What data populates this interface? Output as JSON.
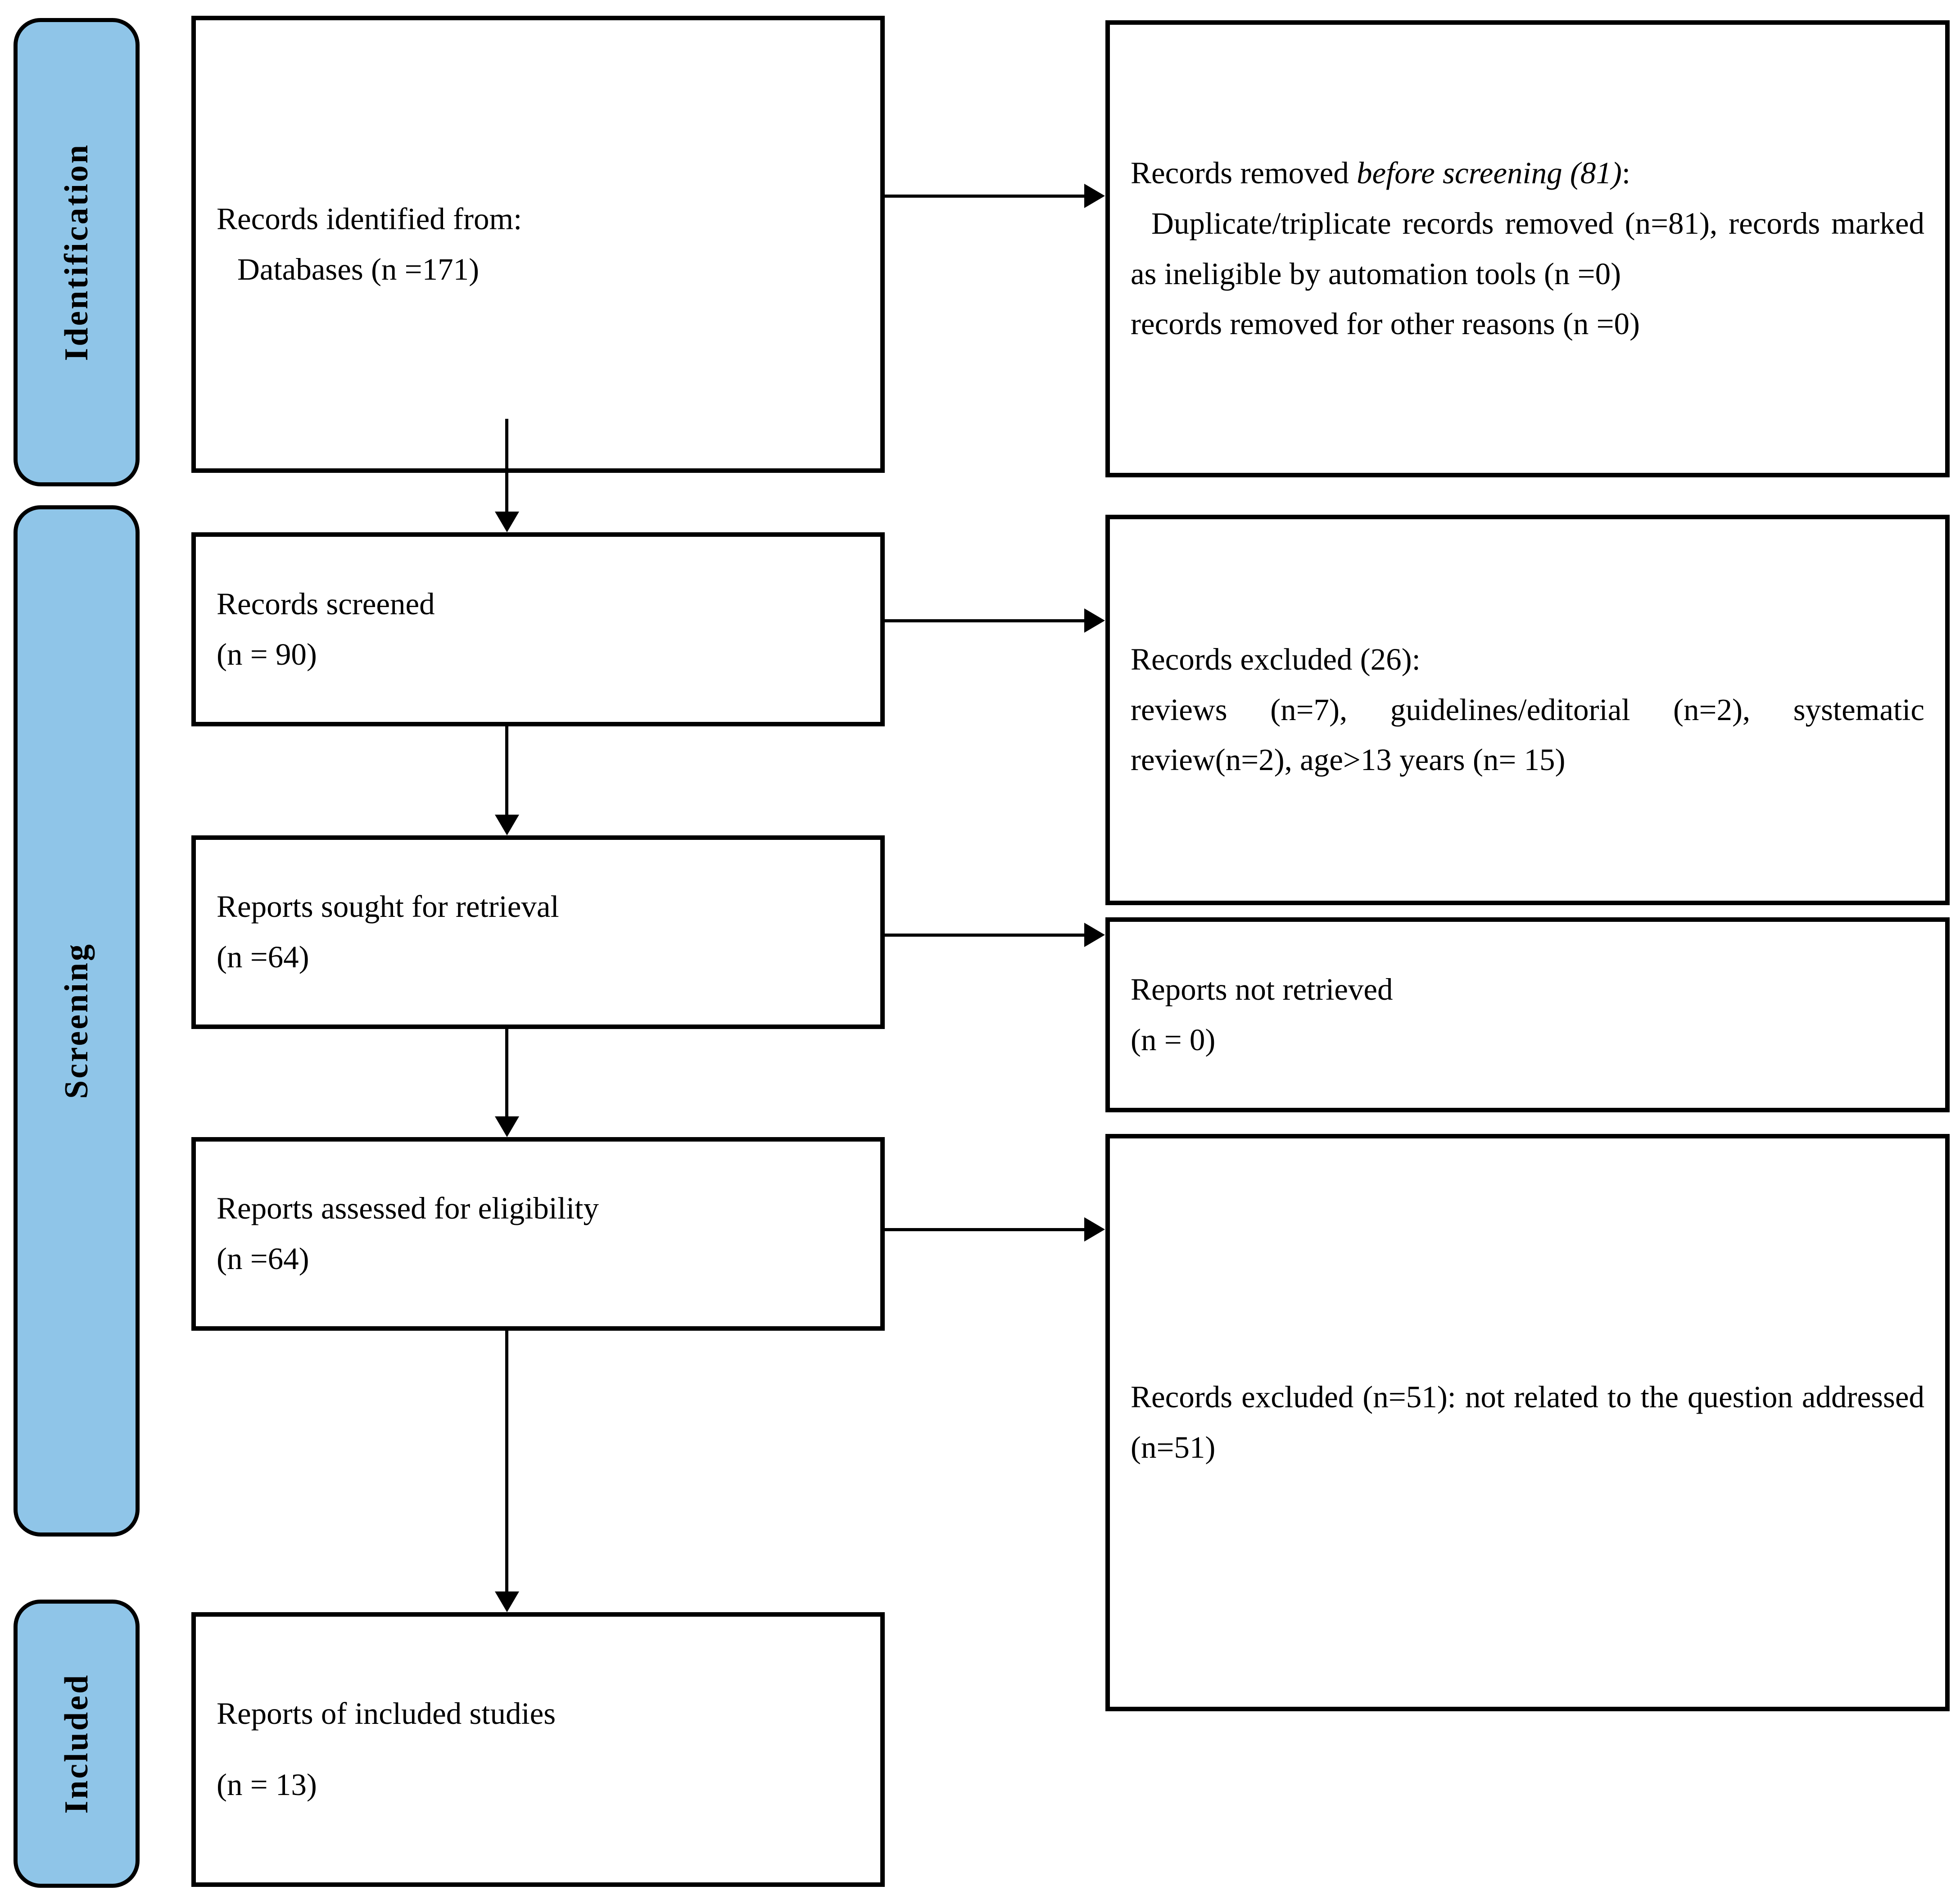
{
  "diagram": {
    "type": "prisma-flow-diagram",
    "title": "PRISMA 2020 flow diagram",
    "accent_color": "#8FC5E8",
    "line_color": "#000000",
    "background": "#FFFFFF"
  },
  "phases": [
    {
      "id": "identification",
      "label": "Identification"
    },
    {
      "id": "screening",
      "label": "Screening"
    },
    {
      "id": "included",
      "label": "Included"
    }
  ],
  "left_column": [
    {
      "id": "records-identified",
      "line1": "Records identified from:",
      "line2": "Databases (n =171)",
      "n": 171
    },
    {
      "id": "records-screened",
      "line1": "Records screened",
      "line2": "(n = 90)",
      "n": 90
    },
    {
      "id": "reports-sought",
      "line1": "Reports sought for retrieval",
      "line2": "(n =64)",
      "n": 64
    },
    {
      "id": "reports-assessed",
      "line1": "Reports assessed for eligibility",
      "line2": "(n =64)",
      "n": 64
    },
    {
      "id": "reports-included",
      "line1": "Reports of included studies",
      "line2": "(n = 13)",
      "n": 13
    }
  ],
  "right_column": [
    {
      "id": "records-removed-before-screening",
      "head_plain": "Records removed ",
      "head_italic": "before screening (81)",
      "head_tail": ":",
      "line2": "Duplicate/triplicate records removed (n=81), records marked as ineligible by automation tools (n =0)",
      "line3": "records removed for other reasons (n =0)",
      "n": 81
    },
    {
      "id": "records-excluded-screening",
      "line1": "Records excluded (26):",
      "line2": "reviews (n=7), guidelines/editorial (n=2), systematic review(n=2), age>13 years (n= 15)",
      "n": 26
    },
    {
      "id": "reports-not-retrieved",
      "line1": "Reports not retrieved",
      "line2": "(n = 0)",
      "n": 0
    },
    {
      "id": "records-excluded-eligibility",
      "line1": "Records excluded (n=51): not related to the question addressed (n=51)",
      "n": 51
    }
  ]
}
